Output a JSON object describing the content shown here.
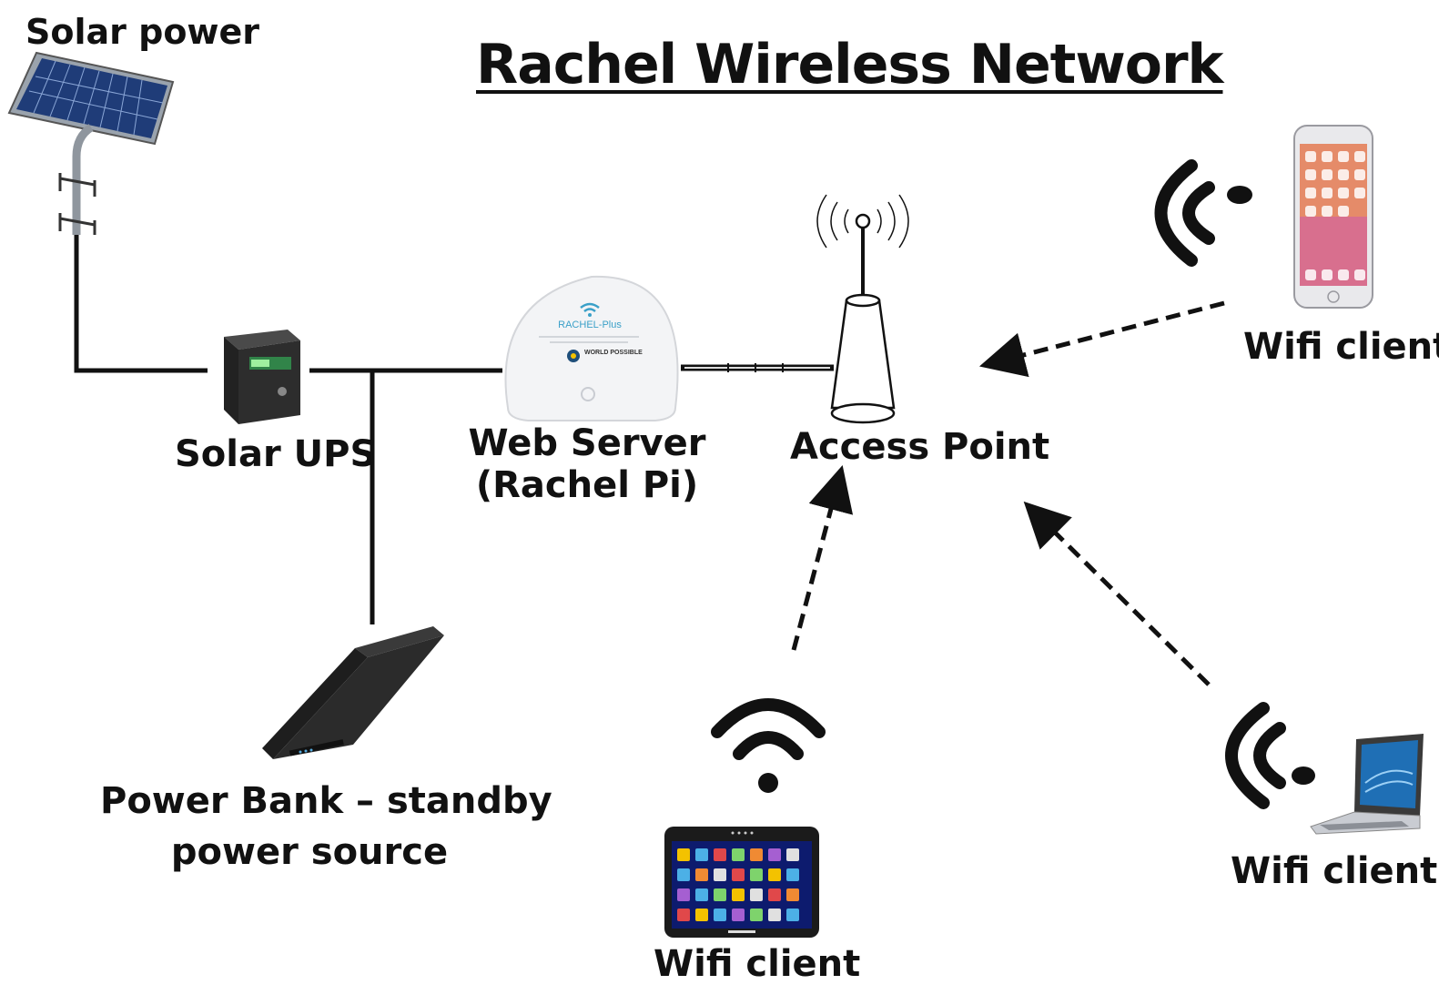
{
  "title": "Rachel Wireless Network",
  "nodes": {
    "solar_power": {
      "label": "Solar power",
      "icon": "solar-panel-icon"
    },
    "solar_ups": {
      "label": "Solar UPS",
      "icon": "ups-icon"
    },
    "power_bank": {
      "label_line1": "Power Bank – standby",
      "label_line2": "power source",
      "icon": "power-bank-icon"
    },
    "web_server": {
      "label_line1": "Web Server",
      "label_line2": "(Rachel Pi)",
      "icon": "server-icon",
      "device_text": "RACHEL-Plus",
      "device_brand": "WORLD POSSIBLE"
    },
    "access_point": {
      "label": "Access Point",
      "icon": "access-point-icon"
    },
    "client_phone": {
      "label": "Wifi client",
      "icon": "smartphone-icon"
    },
    "client_tablet": {
      "label": "Wifi client",
      "icon": "tablet-icon"
    },
    "client_laptop": {
      "label": "Wifi client",
      "icon": "laptop-icon"
    }
  },
  "colors": {
    "line": "#111111",
    "server_text": "#3aa0c8",
    "laptop_screen": "#1f6fb5"
  }
}
